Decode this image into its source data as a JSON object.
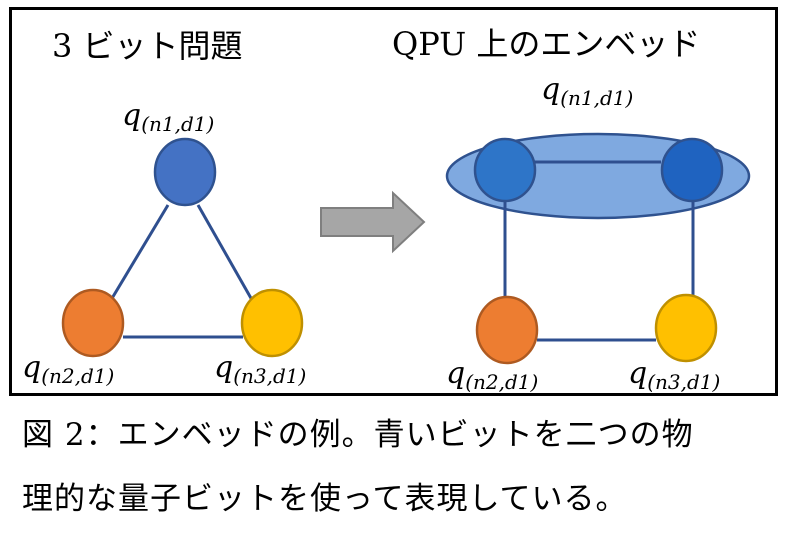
{
  "left_panel": {
    "title": "3 ビット問題",
    "nodes": [
      {
        "id": "n1",
        "label_base": "q",
        "label_sub": "(n1,d1)",
        "color": "#4472C4"
      },
      {
        "id": "n2",
        "label_base": "q",
        "label_sub": "(n2,d1)",
        "color": "#ED7D31"
      },
      {
        "id": "n3",
        "label_base": "q",
        "label_sub": "(n3,d1)",
        "color": "#FFC000"
      }
    ]
  },
  "right_panel": {
    "title": "QPU 上のエンベッド",
    "chain_label_base": "q",
    "chain_label_sub": "(n1,d1)",
    "chain_color": "#7FA9E0",
    "nodes": [
      {
        "id": "n1a",
        "color": "#2E75C8"
      },
      {
        "id": "n1b",
        "color": "#1F63C0"
      },
      {
        "id": "n2",
        "label_base": "q",
        "label_sub": "(n2,d1)",
        "color": "#ED7D31"
      },
      {
        "id": "n3",
        "label_base": "q",
        "label_sub": "(n3,d1)",
        "color": "#FFC000"
      }
    ]
  },
  "edge_color": "#2F4F8F",
  "arrow_color": "#A6A6A6",
  "caption": {
    "line1": "図 2：エンベッドの例。青いビットを二つの物",
    "line2": "理的な量子ビットを使って表現している。"
  }
}
